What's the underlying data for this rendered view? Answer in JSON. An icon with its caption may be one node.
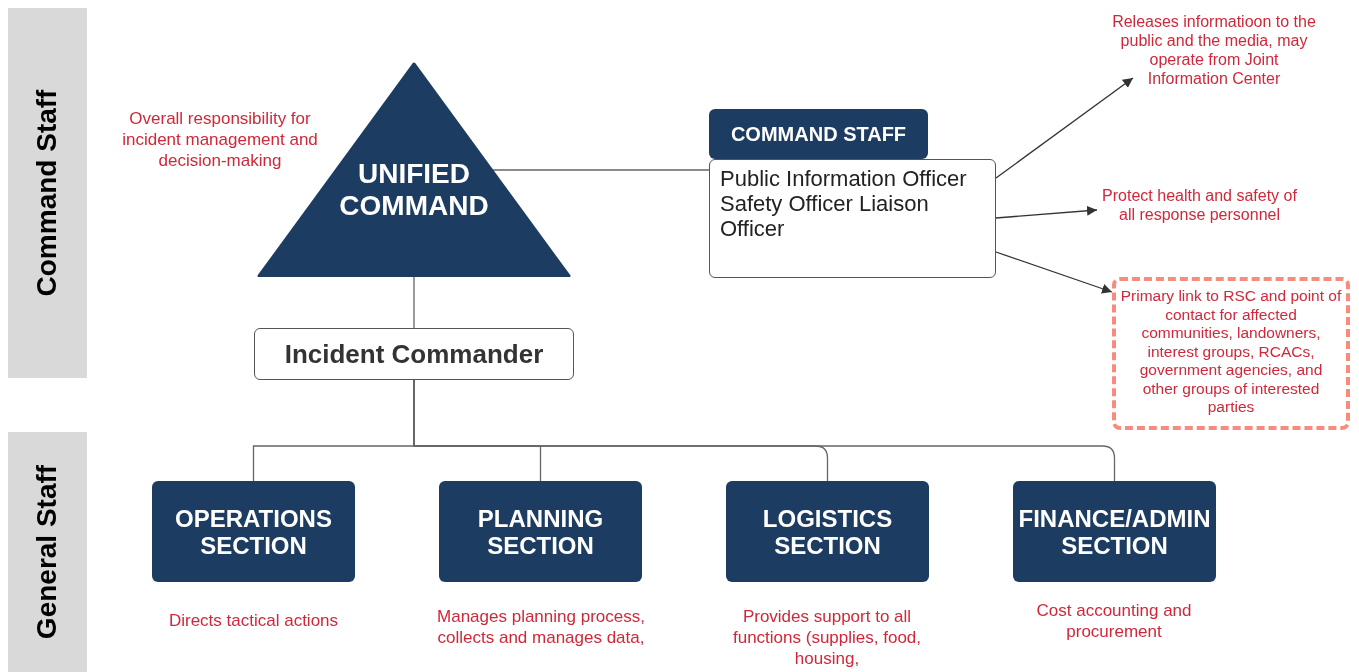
{
  "diagram": {
    "nodes": [
      {
        "text": [
          "Command Staff"
        ]
      },
      {
        "text": [
          "General Staff"
        ]
      },
      {
        "text": [
          "UNIFIED COMMAND"
        ],
        "beside": [
          "Overall responsibility for incident management and decision-making"
        ]
      },
      {
        "text": [
          "COMMAND STAFF",
          "Public Information Officer Safety Officer Liaison Officer"
        ]
      },
      {
        "text": [
          "Releases informatioon to the public and the media, may operate from Joint Information Center"
        ]
      },
      {
        "text": [
          "Protect health and safety of all response personnel"
        ]
      },
      {
        "text": [
          "Primary link to RSC and point of contact for affected communities, landowners, interest groups, RCACs, government agencies, and other groups of interested parties"
        ]
      },
      {
        "text": [
          "Incident Commander"
        ]
      },
      {
        "text": [
          "OPERATIONS SECTION"
        ],
        "beside": [
          "Directs tactical actions"
        ]
      },
      {
        "text": [
          "PLANNING SECTION"
        ],
        "beside": [
          "Manages planning process, collects and manages data,"
        ]
      },
      {
        "text": [
          "LOGISTICS SECTION"
        ],
        "beside": [
          "Provides support to all functions (supplies, food, housing,"
        ]
      },
      {
        "text": [
          "FINANCE/ADMIN SECTION"
        ],
        "beside": [
          "Cost accounting and procurement"
        ]
      }
    ],
    "edges": [
      {
        "from": 2,
        "to": 3,
        "arrow": "none"
      },
      {
        "from": 3,
        "to": 4,
        "arrow": "to"
      },
      {
        "from": 3,
        "to": 5,
        "arrow": "to"
      },
      {
        "from": 3,
        "to": 6,
        "arrow": "to"
      },
      {
        "from": 2,
        "to": 7,
        "arrow": "none"
      },
      {
        "from": 7,
        "to": 8,
        "arrow": "none"
      },
      {
        "from": 7,
        "to": 9,
        "arrow": "none"
      },
      {
        "from": 7,
        "to": 10,
        "arrow": "none"
      },
      {
        "from": 7,
        "to": 11,
        "arrow": "none"
      }
    ]
  }
}
